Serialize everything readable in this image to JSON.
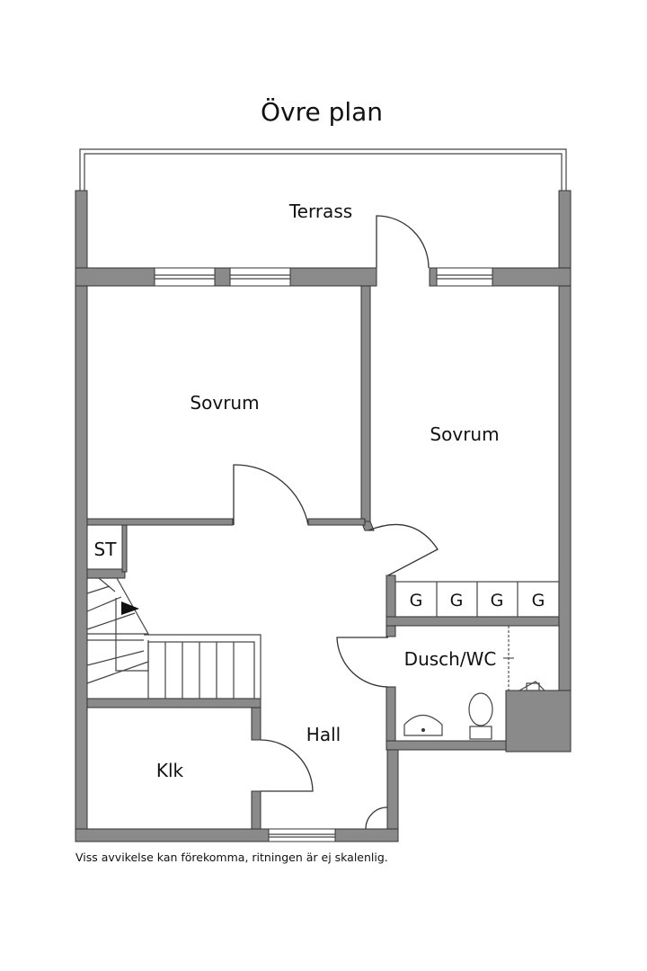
{
  "plan": {
    "title": "Övre plan",
    "disclaimer": "Viss avvikelse kan förekomma, ritningen är ej skalenlig."
  },
  "rooms": {
    "terrace": "Terrass",
    "bedroom_left": "Sovrum",
    "bedroom_right": "Sovrum",
    "storage": "ST",
    "shower_wc": "Dusch/WC",
    "hall": "Hall",
    "closet": "Klk"
  },
  "wardrobes": [
    "G",
    "G",
    "G",
    "G"
  ],
  "colors": {
    "wall": "#8a8a8a",
    "line": "#333333",
    "background": "#ffffff"
  }
}
